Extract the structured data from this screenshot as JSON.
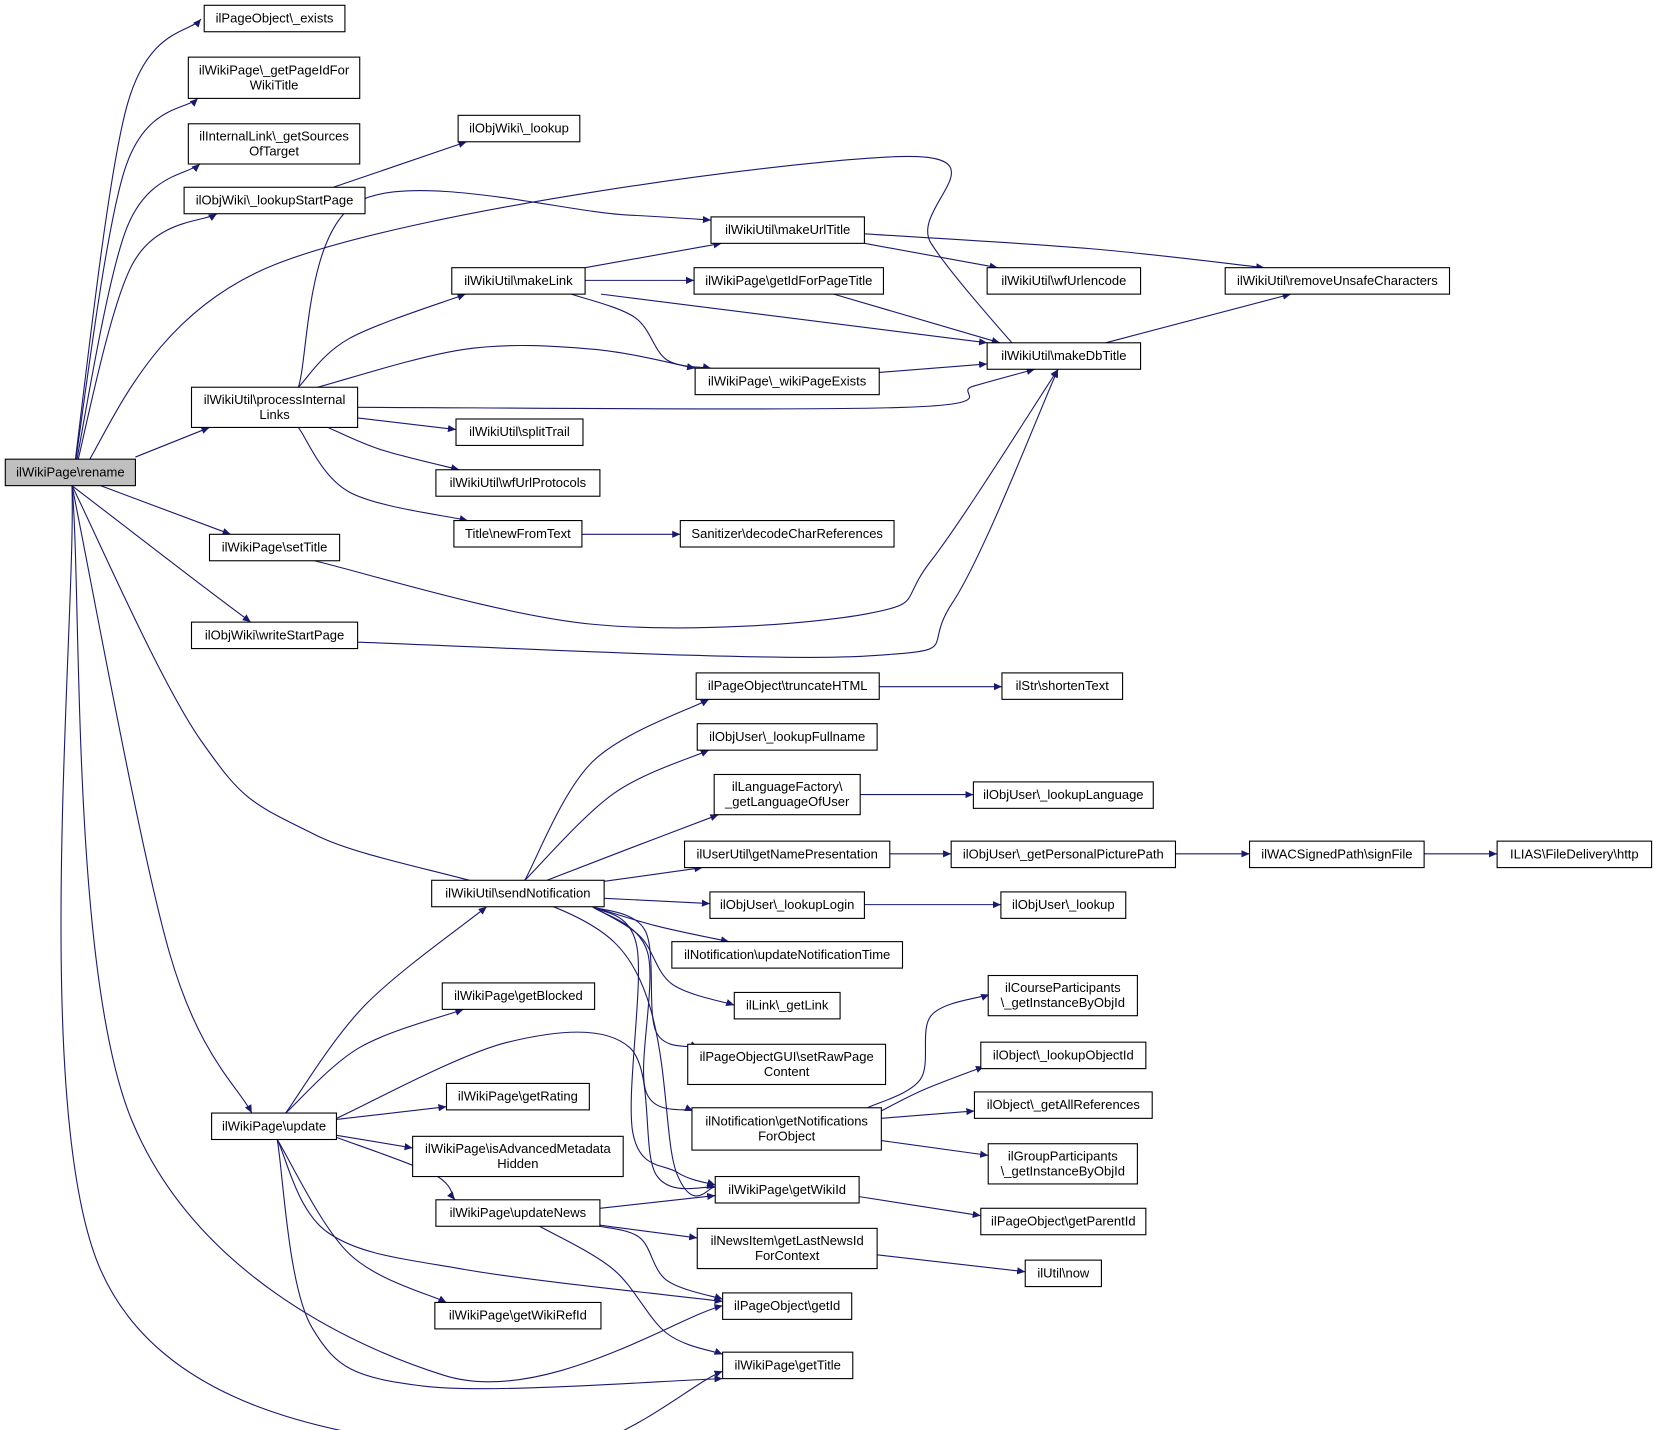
{
  "nodes": [
    {
      "id": "rename",
      "lines": [
        "ilWikiPage\\rename"
      ]
    },
    {
      "id": "pageobject_exists",
      "lines": [
        "ilPageObject\\_exists"
      ]
    },
    {
      "id": "getpageidforwikititle",
      "lines": [
        "ilWikiPage\\_getPageIdFor",
        "WikiTitle"
      ]
    },
    {
      "id": "getsourcesoftarget",
      "lines": [
        "ilInternalLink\\_getSources",
        "OfTarget"
      ]
    },
    {
      "id": "objwiki_lookup",
      "lines": [
        "ilObjWiki\\_lookup"
      ]
    },
    {
      "id": "lookupstartpage",
      "lines": [
        "ilObjWiki\\_lookupStartPage"
      ]
    },
    {
      "id": "makeurltitle",
      "lines": [
        "ilWikiUtil\\makeUrlTitle"
      ]
    },
    {
      "id": "makelink",
      "lines": [
        "ilWikiUtil\\makeLink"
      ]
    },
    {
      "id": "getidforpagetitle",
      "lines": [
        "ilWikiPage\\getIdForPageTitle"
      ]
    },
    {
      "id": "wfurlencode",
      "lines": [
        "ilWikiUtil\\wfUrlencode"
      ]
    },
    {
      "id": "removeunsafe",
      "lines": [
        "ilWikiUtil\\removeUnsafeCharacters"
      ]
    },
    {
      "id": "makedbtitle",
      "lines": [
        "ilWikiUtil\\makeDbTitle"
      ]
    },
    {
      "id": "wikipageexists",
      "lines": [
        "ilWikiPage\\_wikiPageExists"
      ]
    },
    {
      "id": "processinternallinks",
      "lines": [
        "ilWikiUtil\\processInternal",
        "Links"
      ]
    },
    {
      "id": "splittrail",
      "lines": [
        "ilWikiUtil\\splitTrail"
      ]
    },
    {
      "id": "wfurlprotocols",
      "lines": [
        "ilWikiUtil\\wfUrlProtocols"
      ]
    },
    {
      "id": "newfromtext",
      "lines": [
        "Title\\newFromText"
      ]
    },
    {
      "id": "decodechar",
      "lines": [
        "Sanitizer\\decodeCharReferences"
      ]
    },
    {
      "id": "settitle",
      "lines": [
        "ilWikiPage\\setTitle"
      ]
    },
    {
      "id": "writestartpage",
      "lines": [
        "ilObjWiki\\writeStartPage"
      ]
    },
    {
      "id": "truncatehtml",
      "lines": [
        "ilPageObject\\truncateHTML"
      ]
    },
    {
      "id": "shortentext",
      "lines": [
        "ilStr\\shortenText"
      ]
    },
    {
      "id": "lookupfullname",
      "lines": [
        "ilObjUser\\_lookupFullname"
      ]
    },
    {
      "id": "getlanguageofuser",
      "lines": [
        "ilLanguageFactory\\",
        "_getLanguageOfUser"
      ]
    },
    {
      "id": "lookuplanguage",
      "lines": [
        "ilObjUser\\_lookupLanguage"
      ]
    },
    {
      "id": "getnamepresentation",
      "lines": [
        "ilUserUtil\\getNamePresentation"
      ]
    },
    {
      "id": "getpersonalpicturepath",
      "lines": [
        "ilObjUser\\_getPersonalPicturePath"
      ]
    },
    {
      "id": "signfile",
      "lines": [
        "ilWACSignedPath\\signFile"
      ]
    },
    {
      "id": "filedeliveryhttp",
      "lines": [
        "ILIAS\\FileDelivery\\http"
      ]
    },
    {
      "id": "sendnotification",
      "lines": [
        "ilWikiUtil\\sendNotification"
      ]
    },
    {
      "id": "lookuplogin",
      "lines": [
        "ilObjUser\\_lookupLogin"
      ]
    },
    {
      "id": "objuser_lookup",
      "lines": [
        "ilObjUser\\_lookup"
      ]
    },
    {
      "id": "updatenotificationtime",
      "lines": [
        "ilNotification\\updateNotificationTime"
      ]
    },
    {
      "id": "getlink",
      "lines": [
        "ilLink\\_getLink"
      ]
    },
    {
      "id": "getblocked",
      "lines": [
        "ilWikiPage\\getBlocked"
      ]
    },
    {
      "id": "courseparticipants",
      "lines": [
        "ilCourseParticipants",
        "\\_getInstanceByObjId"
      ]
    },
    {
      "id": "setrawpagecontent",
      "lines": [
        "ilPageObjectGUI\\setRawPage",
        "Content"
      ]
    },
    {
      "id": "lookupobjectid",
      "lines": [
        "ilObject\\_lookupObjectId"
      ]
    },
    {
      "id": "getrating",
      "lines": [
        "ilWikiPage\\getRating"
      ]
    },
    {
      "id": "getallreferences",
      "lines": [
        "ilObject\\_getAllReferences"
      ]
    },
    {
      "id": "getnotificationsforobject",
      "lines": [
        "ilNotification\\getNotifications",
        "ForObject"
      ]
    },
    {
      "id": "update",
      "lines": [
        "ilWikiPage\\update"
      ]
    },
    {
      "id": "isadvancedmetadatahidden",
      "lines": [
        "ilWikiPage\\isAdvancedMetadata",
        "Hidden"
      ]
    },
    {
      "id": "groupparticipants",
      "lines": [
        "ilGroupParticipants",
        "\\_getInstanceByObjId"
      ]
    },
    {
      "id": "getwikiid",
      "lines": [
        "ilWikiPage\\getWikiId"
      ]
    },
    {
      "id": "updatenews",
      "lines": [
        "ilWikiPage\\updateNews"
      ]
    },
    {
      "id": "getparentid",
      "lines": [
        "ilPageObject\\getParentId"
      ]
    },
    {
      "id": "getlastnewsid",
      "lines": [
        "ilNewsItem\\getLastNewsId",
        "ForContext"
      ]
    },
    {
      "id": "utilnow",
      "lines": [
        "ilUtil\\now"
      ]
    },
    {
      "id": "pageobject_getid",
      "lines": [
        "ilPageObject\\getId"
      ]
    },
    {
      "id": "getwikirefid",
      "lines": [
        "ilWikiPage\\getWikiRefId"
      ]
    },
    {
      "id": "gettitle",
      "lines": [
        "ilWikiPage\\getTitle"
      ]
    }
  ],
  "edges": [
    [
      "rename",
      "pageobject_exists"
    ],
    [
      "rename",
      "getpageidforwikititle"
    ],
    [
      "rename",
      "getsourcesoftarget"
    ],
    [
      "rename",
      "lookupstartpage"
    ],
    [
      "rename",
      "makedbtitle"
    ],
    [
      "rename",
      "processinternallinks"
    ],
    [
      "rename",
      "settitle"
    ],
    [
      "rename",
      "writestartpage"
    ],
    [
      "rename",
      "getwikiid"
    ],
    [
      "rename",
      "update"
    ],
    [
      "rename",
      "pageobject_getid"
    ],
    [
      "rename",
      "gettitle"
    ],
    [
      "lookupstartpage",
      "objwiki_lookup"
    ],
    [
      "processinternallinks",
      "makeurltitle"
    ],
    [
      "processinternallinks",
      "makelink"
    ],
    [
      "processinternallinks",
      "wikipageexists"
    ],
    [
      "processinternallinks",
      "makedbtitle"
    ],
    [
      "processinternallinks",
      "splittrail"
    ],
    [
      "processinternallinks",
      "wfurlprotocols"
    ],
    [
      "processinternallinks",
      "newfromtext"
    ],
    [
      "makelink",
      "makeurltitle"
    ],
    [
      "makelink",
      "getidforpagetitle"
    ],
    [
      "makelink",
      "wikipageexists"
    ],
    [
      "makelink",
      "makedbtitle"
    ],
    [
      "makeurltitle",
      "wfurlencode"
    ],
    [
      "makeurltitle",
      "removeunsafe"
    ],
    [
      "getidforpagetitle",
      "makedbtitle"
    ],
    [
      "wikipageexists",
      "makedbtitle"
    ],
    [
      "makedbtitle",
      "removeunsafe"
    ],
    [
      "newfromtext",
      "decodechar"
    ],
    [
      "settitle",
      "makedbtitle"
    ],
    [
      "writestartpage",
      "makedbtitle"
    ],
    [
      "update",
      "sendnotification"
    ],
    [
      "update",
      "getblocked"
    ],
    [
      "update",
      "getwikiid"
    ],
    [
      "update",
      "getrating"
    ],
    [
      "update",
      "isadvancedmetadatahidden"
    ],
    [
      "update",
      "updatenews"
    ],
    [
      "update",
      "getwikirefid"
    ],
    [
      "update",
      "pageobject_getid"
    ],
    [
      "update",
      "gettitle"
    ],
    [
      "sendnotification",
      "truncatehtml"
    ],
    [
      "sendnotification",
      "lookupfullname"
    ],
    [
      "sendnotification",
      "getlanguageofuser"
    ],
    [
      "sendnotification",
      "getnamepresentation"
    ],
    [
      "sendnotification",
      "lookuplogin"
    ],
    [
      "sendnotification",
      "updatenotificationtime"
    ],
    [
      "sendnotification",
      "getlink"
    ],
    [
      "sendnotification",
      "setrawpagecontent"
    ],
    [
      "sendnotification",
      "getnotificationsforobject"
    ],
    [
      "sendnotification",
      "getwikiid"
    ],
    [
      "truncatehtml",
      "shortentext"
    ],
    [
      "getlanguageofuser",
      "lookuplanguage"
    ],
    [
      "getnamepresentation",
      "getpersonalpicturepath"
    ],
    [
      "getpersonalpicturepath",
      "signfile"
    ],
    [
      "signfile",
      "filedeliveryhttp"
    ],
    [
      "lookuplogin",
      "objuser_lookup"
    ],
    [
      "getnotificationsforobject",
      "courseparticipants"
    ],
    [
      "getnotificationsforobject",
      "lookupobjectid"
    ],
    [
      "getnotificationsforobject",
      "getallreferences"
    ],
    [
      "getnotificationsforobject",
      "groupparticipants"
    ],
    [
      "updatenews",
      "getwikiid"
    ],
    [
      "updatenews",
      "getlastnewsid"
    ],
    [
      "updatenews",
      "pageobject_getid"
    ],
    [
      "updatenews",
      "gettitle"
    ],
    [
      "getwikiid",
      "getparentid"
    ],
    [
      "getlastnewsid",
      "utilnow"
    ]
  ],
  "colors": {
    "edge": "#191970",
    "root_fill": "#bfbfbf",
    "node_fill": "#ffffff",
    "node_border": "#000000"
  }
}
